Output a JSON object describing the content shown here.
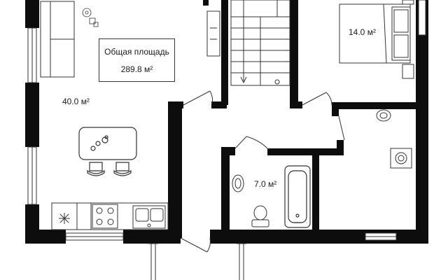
{
  "plan": {
    "total_area": {
      "title": "Общая площадь",
      "value": "289.8 м²"
    },
    "rooms": {
      "living": {
        "area": "40.0 м²"
      },
      "bedroom": {
        "area": "14.0 м²"
      },
      "bathroom": {
        "area": "7.0 м²"
      }
    },
    "colors": {
      "wall": "#0d0d0d",
      "line": "#333333",
      "background": "#ffffff"
    }
  }
}
